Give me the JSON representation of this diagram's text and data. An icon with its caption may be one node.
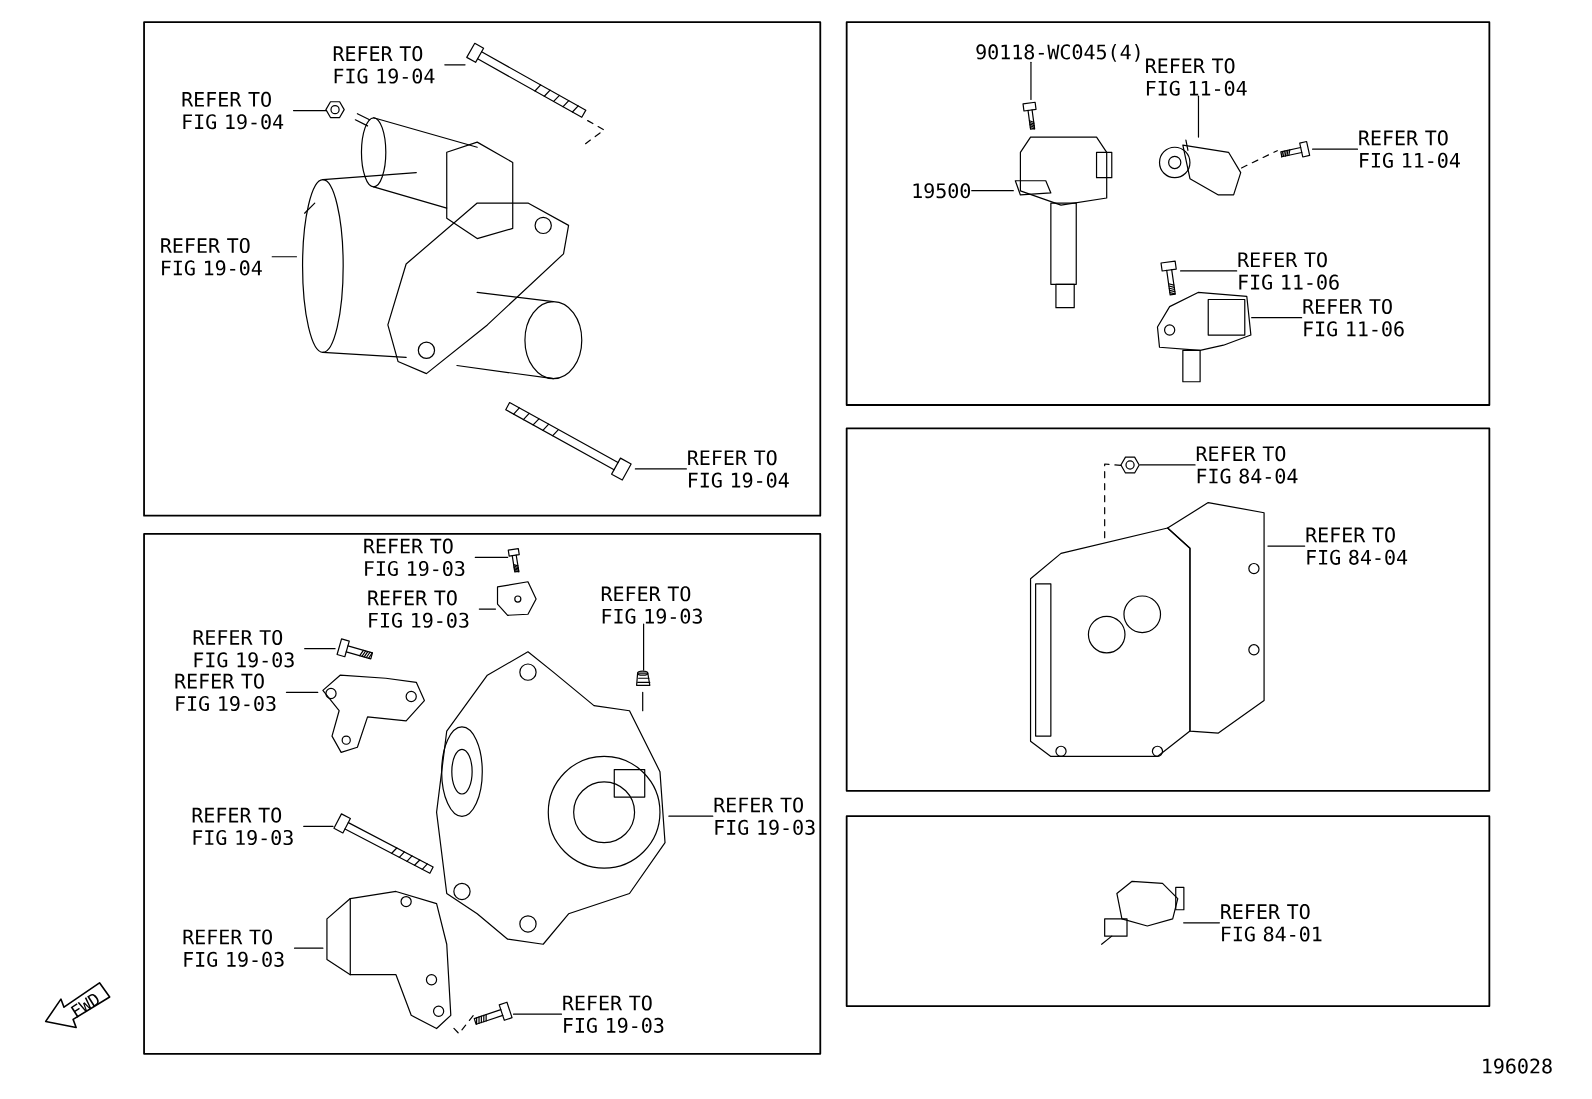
{
  "diagram": {
    "nodes": [
      {
        "text": [],
        "shape": "box"
      },
      {
        "text": [
          "REFER TO FIG 19-04"
        ],
        "in": 0
      },
      {
        "text": [
          "REFER TO FIG 19-04"
        ],
        "in": 0
      },
      {
        "text": [
          "REFER TO FIG 19-04"
        ],
        "in": 0
      },
      {
        "text": [
          "REFER TO FIG 19-04"
        ],
        "in": 0
      },
      {
        "text": [],
        "shape": "picture",
        "in": 0
      },
      {
        "text": [],
        "shape": "picture",
        "in": 0
      },
      {
        "text": [],
        "shape": "picture",
        "in": 0
      },
      {
        "text": [],
        "shape": "picture",
        "in": 0
      },
      {
        "text": [],
        "shape": "box"
      },
      {
        "text": [
          "90118-WC045(4)"
        ],
        "in": 9
      },
      {
        "text": [
          "REFER TO FIG 11-04"
        ],
        "in": 9
      },
      {
        "text": [
          "REFER TO FIG 11-04"
        ],
        "in": 9
      },
      {
        "text": [
          "19500"
        ],
        "in": 9
      },
      {
        "text": [
          "REFER TO FIG 11-06"
        ],
        "in": 9
      },
      {
        "text": [
          "REFER TO FIG 11-06"
        ],
        "in": 9
      },
      {
        "text": [],
        "shape": "picture",
        "in": 9
      },
      {
        "text": [],
        "shape": "picture",
        "in": 9
      },
      {
        "text": [],
        "shape": "picture",
        "in": 9
      },
      {
        "text": [],
        "shape": "picture",
        "in": 9
      },
      {
        "text": [],
        "shape": "picture",
        "in": 9
      },
      {
        "text": [],
        "shape": "picture",
        "in": 9
      },
      {
        "text": [],
        "shape": "box"
      },
      {
        "text": [
          "REFER TO FIG 19-03"
        ],
        "in": 22
      },
      {
        "text": [
          "REFER TO FIG 19-03"
        ],
        "in": 22
      },
      {
        "text": [
          "REFER TO FIG 19-03"
        ],
        "in": 22
      },
      {
        "text": [
          "REFER TO FIG 19-03"
        ],
        "in": 22
      },
      {
        "text": [
          "REFER TO FIG 19-03"
        ],
        "in": 22
      },
      {
        "text": [
          "REFER TO FIG 19-03"
        ],
        "in": 22
      },
      {
        "text": [
          "REFER TO FIG 19-03"
        ],
        "in": 22
      },
      {
        "text": [
          "REFER TO FIG 19-03"
        ],
        "in": 22
      },
      {
        "text": [
          "REFER TO FIG 19-03"
        ],
        "in": 22
      },
      {
        "text": [],
        "shape": "picture",
        "in": 22
      },
      {
        "text": [],
        "shape": "picture",
        "in": 22
      },
      {
        "text": [],
        "shape": "picture",
        "in": 22
      },
      {
        "text": [],
        "shape": "picture",
        "in": 22
      },
      {
        "text": [],
        "shape": "picture",
        "in": 22
      },
      {
        "text": [],
        "shape": "picture",
        "in": 22
      },
      {
        "text": [],
        "shape": "picture",
        "in": 22
      },
      {
        "text": [],
        "shape": "picture",
        "in": 22
      },
      {
        "text": [],
        "shape": "picture",
        "in": 22
      },
      {
        "text": [],
        "shape": "box"
      },
      {
        "text": [
          "REFER TO FIG 84-04"
        ],
        "in": 41
      },
      {
        "text": [
          "REFER TO FIG 84-04"
        ],
        "in": 41
      },
      {
        "text": [],
        "shape": "picture",
        "in": 41
      },
      {
        "text": [],
        "shape": "picture",
        "in": 41
      },
      {
        "text": [],
        "shape": "box"
      },
      {
        "text": [
          "REFER TO FIG 84-01"
        ],
        "in": 46
      },
      {
        "text": [],
        "shape": "picture",
        "in": 46
      },
      {
        "text": [
          "FWD"
        ]
      }
    ],
    "edges": [
      {
        "from": 1,
        "to": 5,
        "arrow": "none"
      },
      {
        "from": 2,
        "to": 6,
        "arrow": "none"
      },
      {
        "from": 3,
        "to": 7,
        "arrow": "none"
      },
      {
        "from": 4,
        "to": 8,
        "arrow": "none"
      },
      {
        "from": 5,
        "to": 7,
        "arrow": "none",
        "style": "dashed"
      },
      {
        "from": 10,
        "to": 16,
        "arrow": "none"
      },
      {
        "from": 11,
        "to": 18,
        "arrow": "none"
      },
      {
        "from": 12,
        "to": 19,
        "arrow": "none"
      },
      {
        "from": 13,
        "to": 17,
        "arrow": "none"
      },
      {
        "from": 14,
        "to": 20,
        "arrow": "none"
      },
      {
        "from": 15,
        "to": 21,
        "arrow": "none"
      },
      {
        "from": 18,
        "to": 19,
        "arrow": "none",
        "style": "dashed"
      },
      {
        "from": 23,
        "to": 32,
        "arrow": "none"
      },
      {
        "from": 24,
        "to": 33,
        "arrow": "none"
      },
      {
        "from": 25,
        "to": 34,
        "arrow": "none"
      },
      {
        "from": 26,
        "to": 35,
        "arrow": "none"
      },
      {
        "from": 27,
        "to": 36,
        "arrow": "none"
      },
      {
        "from": 28,
        "to": 37,
        "arrow": "none"
      },
      {
        "from": 29,
        "to": 38,
        "arrow": "none"
      },
      {
        "from": 30,
        "to": 39,
        "arrow": "none"
      },
      {
        "from": 31,
        "to": 40,
        "arrow": "none"
      },
      {
        "from": 40,
        "to": 39,
        "arrow": "none",
        "style": "dashed"
      },
      {
        "from": 42,
        "to": 44,
        "arrow": "none"
      },
      {
        "from": 43,
        "to": 45,
        "arrow": "none"
      },
      {
        "from": 44,
        "to": 45,
        "arrow": "none",
        "style": "dashed"
      },
      {
        "from": 47,
        "to": 48,
        "arrow": "none"
      }
    ],
    "labels": [
      "196028"
    ]
  }
}
